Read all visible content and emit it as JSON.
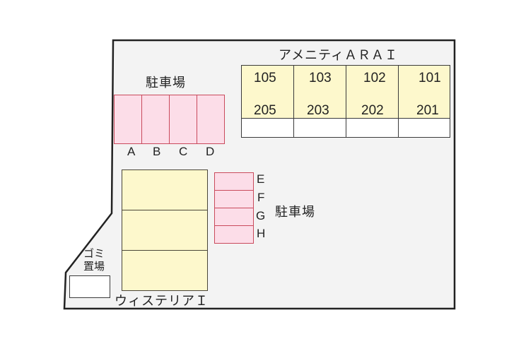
{
  "colors": {
    "site_fill": "#f3f3f3",
    "site_border": "#222222",
    "building_fill": "#fdf8cc",
    "parking_fill": "#fcdde8",
    "parking_border": "#c94a5c"
  },
  "building_a": {
    "name": "アメニティＡＲＡＩ",
    "floor1": [
      "105",
      "103",
      "102",
      "101"
    ],
    "floor2": [
      "205",
      "203",
      "202",
      "201"
    ]
  },
  "building_b": {
    "name": "ウィステリアＩ"
  },
  "parking_top": {
    "label": "駐車場",
    "spaces": [
      "A",
      "B",
      "C",
      "D"
    ]
  },
  "parking_side": {
    "label": "駐車場",
    "spaces": [
      "E",
      "F",
      "G",
      "H"
    ]
  },
  "trash": {
    "label_line1": "ゴミ",
    "label_line2": "置場"
  }
}
